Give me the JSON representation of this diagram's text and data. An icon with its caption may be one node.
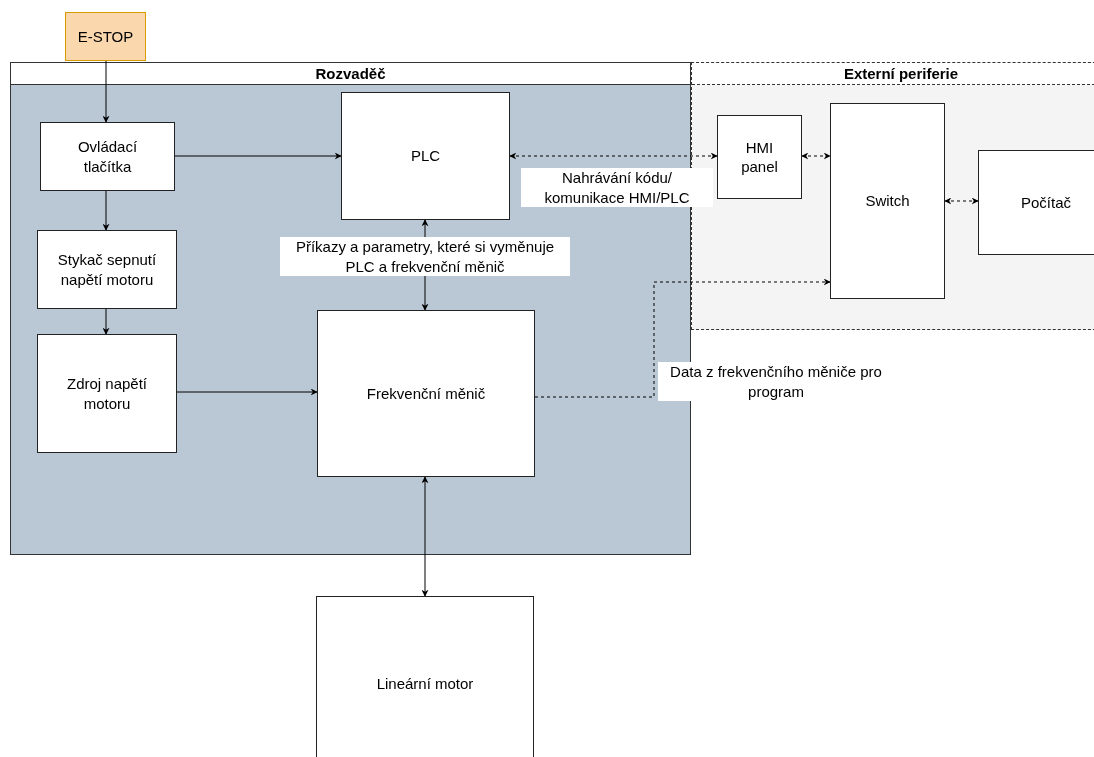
{
  "diagram": {
    "nodes": [
      {
        "text": [
          "E-STOP"
        ]
      },
      {
        "text": [
          "Rozvaděč"
        ]
      },
      {
        "text": [
          "Ovládací tlačítka"
        ],
        "in": 1
      },
      {
        "text": [
          "PLC"
        ],
        "in": 1
      },
      {
        "text": [
          "Stykač sepnutí napětí motoru"
        ],
        "in": 1
      },
      {
        "text": [
          "Frekvenční měnič"
        ],
        "in": 1
      },
      {
        "text": [
          "Zdroj napětí motoru"
        ],
        "in": 1
      },
      {
        "text": [
          "Externí periferie"
        ]
      },
      {
        "text": [
          "HMI panel"
        ],
        "in": 7
      },
      {
        "text": [
          "Switch"
        ],
        "in": 7
      },
      {
        "text": [
          "Počítač"
        ],
        "in": 7
      },
      {
        "text": [
          "Lineární motor"
        ]
      }
    ],
    "edges": [
      {
        "from": 0,
        "to": 2,
        "arrow": "to"
      },
      {
        "from": 2,
        "to": 3,
        "arrow": "to"
      },
      {
        "from": 2,
        "to": 4,
        "arrow": "to"
      },
      {
        "from": 4,
        "to": 6,
        "arrow": "to"
      },
      {
        "from": 6,
        "to": 5,
        "arrow": "to"
      },
      {
        "from": 3,
        "to": 5,
        "arrow": "both",
        "label": "Příkazy a parametry, které si vyměnuje PLC a frekvenční měnič"
      },
      {
        "from": 3,
        "to": 8,
        "arrow": "both",
        "style": "dashed",
        "label": "Nahrávání kódu/ komunikace HMI/PLC"
      },
      {
        "from": 8,
        "to": 9,
        "arrow": "both",
        "style": "dashed"
      },
      {
        "from": 9,
        "to": 10,
        "arrow": "both",
        "style": "dashed"
      },
      {
        "from": 5,
        "to": 9,
        "arrow": "to",
        "style": "dashed",
        "label": "Data z frekvenčního měniče pro program"
      },
      {
        "from": 5,
        "to": 11,
        "arrow": "both"
      }
    ]
  }
}
